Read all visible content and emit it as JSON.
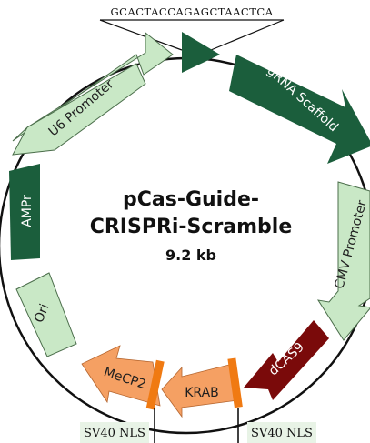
{
  "title_line1": "pCas-Guide-",
  "title_line2": "CRISPRi-Scramble",
  "size": "9.2 kb",
  "sequence": "GCACTACCAGAGCTAACTCA",
  "features": {
    "u6": "U6 Promoter",
    "grna": "gRNA Scaffold",
    "cmv": "CMV Promoter",
    "dcas9": "dCAS9",
    "krab": "KRAB",
    "mecp2": "MeCP2",
    "ori": "Ori",
    "amp": "AMPr"
  },
  "nls_left": "SV40 NLS",
  "nls_right": "SV40 NLS",
  "colors": {
    "light_green": "#c9e8c6",
    "dark_green": "#1b5e3c",
    "dark_red": "#7a0a0a",
    "orange": "#f5a063",
    "orange_marker": "#f07a12"
  }
}
